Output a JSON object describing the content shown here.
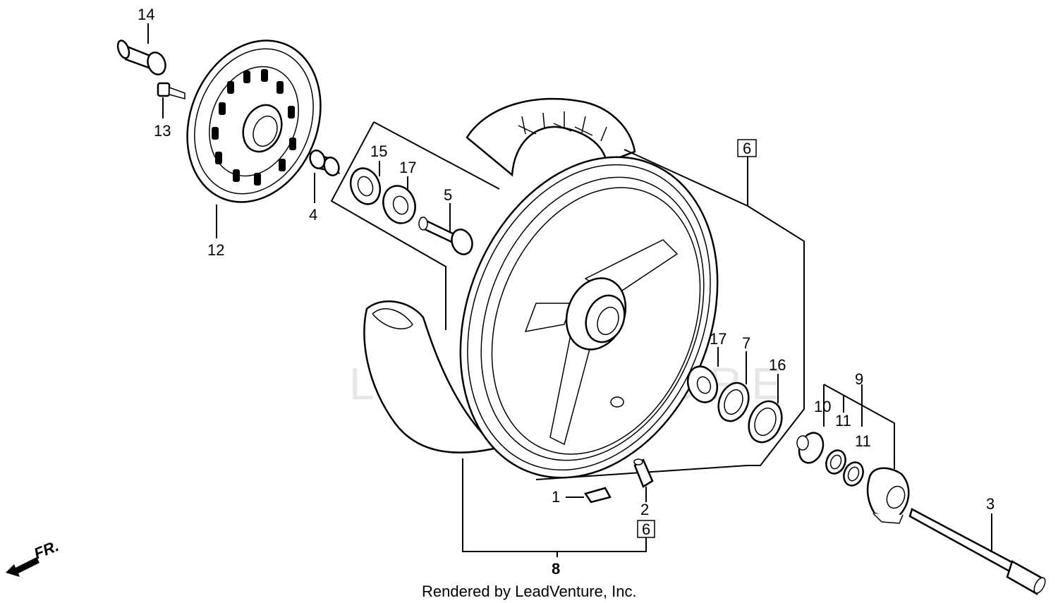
{
  "labels": {
    "p1": "1",
    "p2": "2",
    "p3": "3",
    "p4": "4",
    "p5": "5",
    "p6a": "6",
    "p6b": "6",
    "p7": "7",
    "p8": "8",
    "p9": "9",
    "p10": "10",
    "p11a": "11",
    "p11b": "11",
    "p12": "12",
    "p13": "13",
    "p14": "14",
    "p15": "15",
    "p16": "16",
    "p17a": "17",
    "p17b": "17"
  },
  "direction_label": "FR.",
  "watermark": "LEADVENTURE",
  "footer": "Rendered by LeadVenture, Inc."
}
